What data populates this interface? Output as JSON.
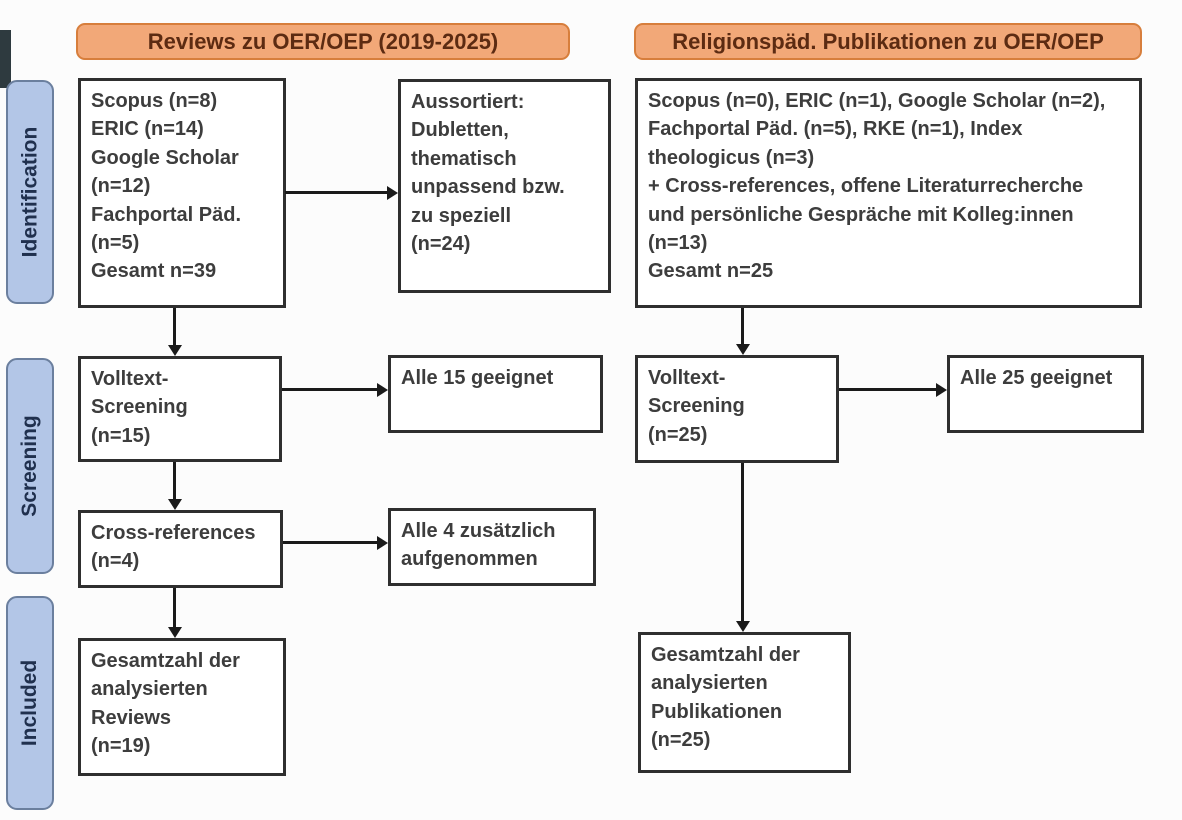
{
  "diagram": {
    "headers": {
      "left": "Reviews zu OER/OEP (2019-2025)",
      "right": "Religionspäd. Publikationen zu OER/OEP"
    },
    "stages": [
      {
        "label": "Identification"
      },
      {
        "label": "Screening"
      },
      {
        "label": "Included"
      }
    ],
    "left": {
      "identification": "Scopus (n=8)\nERIC (n=14)\nGoogle Scholar\n(n=12)\nFachportal Päd.\n(n=5)\nGesamt n=39",
      "excluded": "Aussortiert:\nDubletten,\nthematisch\nunpassend bzw.\nzu speziell\n(n=24)",
      "screening": "Volltext-\nScreening\n(n=15)",
      "screening_result": "Alle 15 geeignet",
      "crossref": "Cross-references\n(n=4)",
      "crossref_result": "Alle 4 zusätzlich\naufgenommen",
      "included": "Gesamtzahl der\nanalysierten\nReviews\n(n=19)"
    },
    "right": {
      "identification": "Scopus (n=0), ERIC (n=1), Google Scholar (n=2),\nFachportal Päd. (n=5), RKE (n=1), Index\ntheologicus (n=3)\n+ Cross-references, offene Literaturrecherche\nund persönliche Gespräche mit Kolleg:innen\n(n=13)\nGesamt n=25",
      "screening": "Volltext-\nScreening\n(n=25)",
      "screening_result": "Alle 25 geeignet",
      "included": "Gesamtzahl der\nanalysierten\nPublikationen\n(n=25)"
    }
  },
  "colors": {
    "background": "#fcfcfc",
    "header_fill": "#F2A878",
    "header_border": "#D77E3C",
    "header_text": "#5C2B12",
    "stage_fill": "#B3C6E7",
    "stage_border": "#6B7F9E",
    "stage_text": "#20304E",
    "box_border": "#2F2F2F",
    "box_text": "#3D3D3D",
    "arrow_color": "#1a1a1a"
  }
}
